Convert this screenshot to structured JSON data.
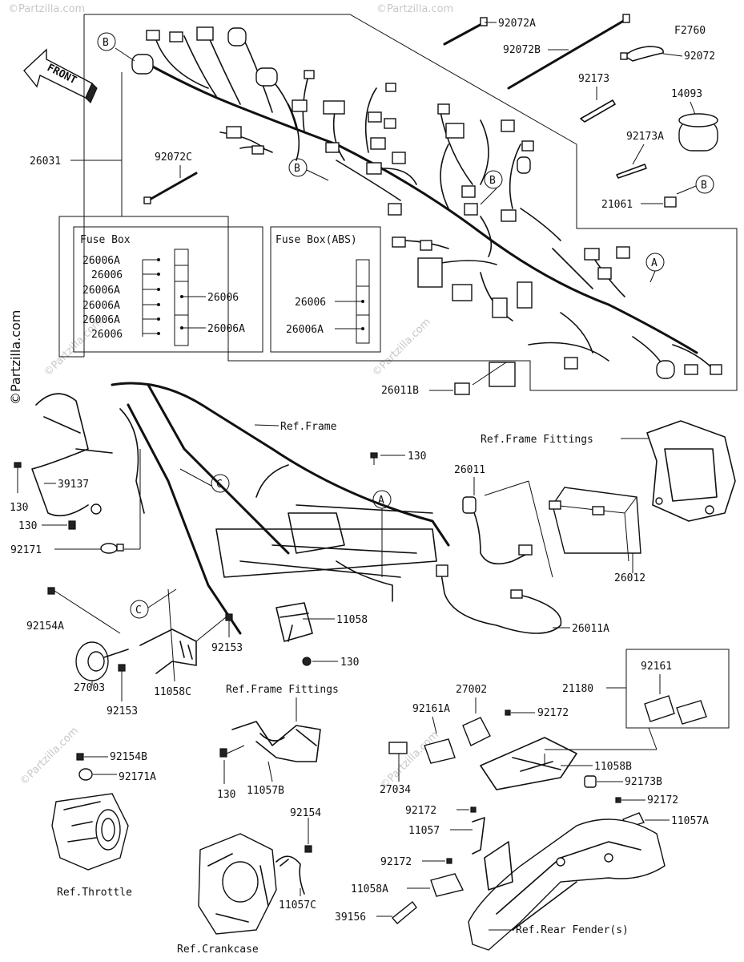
{
  "diagram_id": "F2760",
  "watermark": "©Partzilla.com",
  "front_label": "FRONT",
  "fuse_box": {
    "title": "Fuse Box",
    "rows": [
      "26006A",
      "26006",
      "26006A",
      "26006A",
      "26006A",
      "26006"
    ],
    "right_labels": [
      "26006",
      "26006A"
    ]
  },
  "fuse_box_abs": {
    "title": "Fuse Box(ABS)",
    "labels": [
      "26006",
      "26006A"
    ]
  },
  "callouts": {
    "B": "B",
    "A": "A",
    "C": "C"
  },
  "parts": {
    "p92072A": "92072A",
    "p92072B": "92072B",
    "p92072": "92072",
    "p92173": "92173",
    "p14093": "14093",
    "p92173A": "92173A",
    "p21061": "21061",
    "p26031": "26031",
    "p92072C": "92072C",
    "p26011B": "26011B",
    "p130a": "130",
    "p130b": "130",
    "p130c": "130",
    "p130d": "130",
    "p130e": "130",
    "p39137": "39137",
    "p92171": "92171",
    "p26011": "26011",
    "p26012": "26012",
    "p26011A": "26011A",
    "p11058": "11058",
    "p92154A": "92154A",
    "p92153a": "92153",
    "p92153b": "92153",
    "p27003": "27003",
    "p11058C": "11058C",
    "p92161": "92161",
    "p21180": "21180",
    "p27002": "27002",
    "p92161A": "92161A",
    "p92172a": "92172",
    "p11058B": "11058B",
    "p92154B": "92154B",
    "p92171A": "92171A",
    "p11057B": "11057B",
    "p27034": "27034",
    "p92173B": "92173B",
    "p92172b": "92172",
    "p11057A": "11057A",
    "p92154": "92154",
    "p92172c": "92172",
    "p11057": "11057",
    "p92172d": "92172",
    "p11058A": "11058A",
    "p11057C": "11057C",
    "p39156": "39156"
  },
  "refs": {
    "frame": "Ref.Frame",
    "frame_fittings_1": "Ref.Frame Fittings",
    "frame_fittings_2": "Ref.Frame Fittings",
    "throttle": "Ref.Throttle",
    "crankcase": "Ref.Crankcase",
    "rear_fender": "Ref.Rear Fender(s)"
  }
}
